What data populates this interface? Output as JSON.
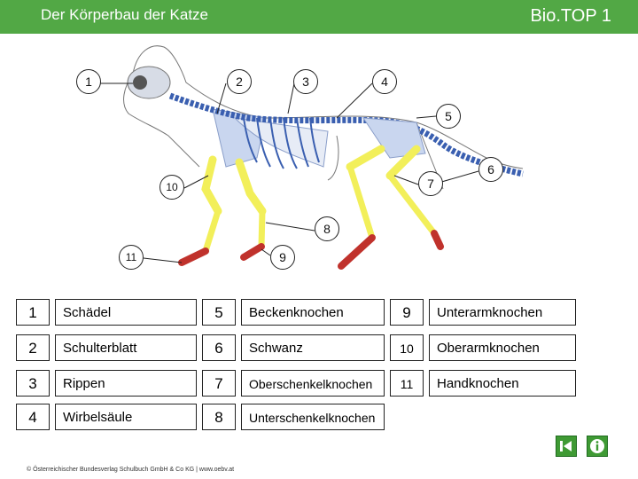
{
  "header": {
    "title": "Der Körperbau der Katze",
    "brand": "Bio.TOP 1"
  },
  "labels": [
    "1",
    "2",
    "3",
    "4",
    "5",
    "6",
    "7",
    "8",
    "9",
    "10",
    "11"
  ],
  "legend": [
    {
      "num": "1",
      "text": "Schädel"
    },
    {
      "num": "2",
      "text": "Schulterblatt"
    },
    {
      "num": "3",
      "text": "Rippen"
    },
    {
      "num": "4",
      "text": "Wirbelsäule"
    },
    {
      "num": "5",
      "text": "Beckenknochen"
    },
    {
      "num": "6",
      "text": "Schwanz"
    },
    {
      "num": "7",
      "text": "Oberschenkelknochen"
    },
    {
      "num": "8",
      "text": "Unterschenkelknochen"
    },
    {
      "num": "9",
      "text": "Unterarmknochen"
    },
    {
      "num": "10",
      "text": "Oberarmknochen"
    },
    {
      "num": "11",
      "text": "Handknochen"
    }
  ],
  "footer": {
    "copyright": "© Österreichischer Bundesverlag Schulbuch GmbH & Co KG | www.oebv.at"
  },
  "nav": {
    "back_icon": "skip-back-icon",
    "info_icon": "info-icon"
  },
  "colors": {
    "header": "#52a845",
    "spine": "#3a5fb0",
    "scapula": "#c9d6ef",
    "long_bones": "#f2ef5a",
    "paws": "#c0322c"
  }
}
